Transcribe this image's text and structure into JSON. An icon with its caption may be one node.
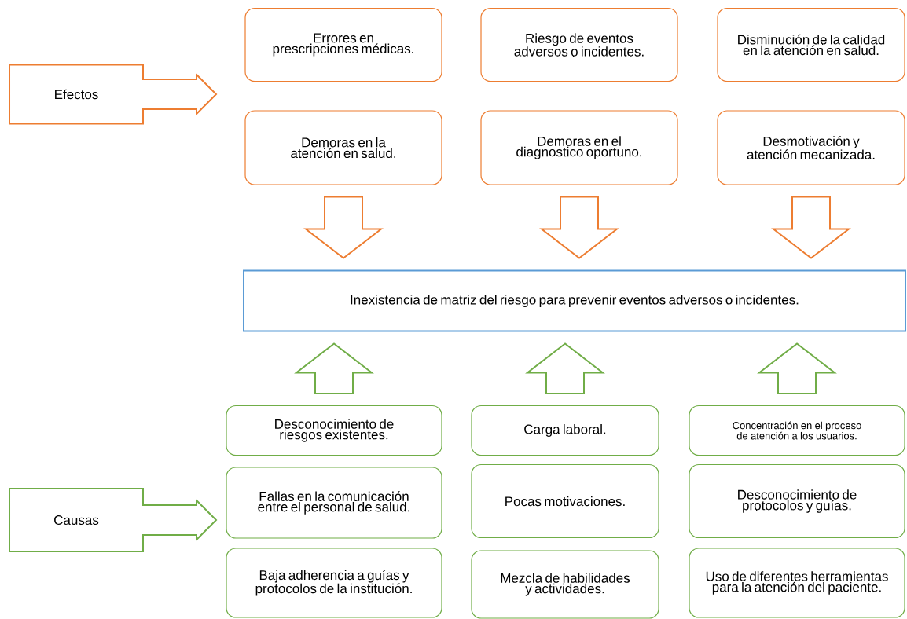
{
  "diagram": {
    "nodes": [
      {
        "text": [
          "Efectos"
        ]
      },
      {
        "text": [
          "Errores en prescripciones médicas."
        ]
      },
      {
        "text": [
          "Riesgo de eventos adversos o incidentes."
        ]
      },
      {
        "text": [
          "Disminución de la calidad en la atención en salud."
        ]
      },
      {
        "text": [
          "Demoras en la atención en salud."
        ]
      },
      {
        "text": [
          "Demoras en el diagnostico oportuno."
        ]
      },
      {
        "text": [
          "Desmotivación y atención mecanizada."
        ]
      },
      {
        "text": [
          "Inexistencia de matriz del riesgo para prevenir eventos adversos o incidentes."
        ]
      },
      {
        "text": [
          "Causas"
        ]
      },
      {
        "text": [
          "Desconocimiento de riesgos existentes."
        ]
      },
      {
        "text": [
          "Carga laboral."
        ]
      },
      {
        "text": [
          "Concentración en el proceso de atención a los usuarios."
        ]
      },
      {
        "text": [
          "Fallas en la comunicación entre el personal de salud."
        ]
      },
      {
        "text": [
          "Pocas motivaciones."
        ]
      },
      {
        "text": [
          "Desconocimiento de protocolos y guías."
        ]
      },
      {
        "text": [
          "Baja adherencia a guías y protocolos de la institución."
        ]
      },
      {
        "text": [
          "Mezcla de habilidades y actividades."
        ]
      },
      {
        "text": [
          "Uso de diferentes herramientas para la atención del paciente."
        ]
      }
    ],
    "edges": [
      {
        "from": 4,
        "to": 7,
        "arrow": "to",
        "color": "#ed7d31"
      },
      {
        "from": 5,
        "to": 7,
        "arrow": "to",
        "color": "#ed7d31"
      },
      {
        "from": 6,
        "to": 7,
        "arrow": "to",
        "color": "#ed7d31"
      },
      {
        "from": 9,
        "to": 7,
        "arrow": "to",
        "color": "#70ad47"
      },
      {
        "from": 10,
        "to": 7,
        "arrow": "to",
        "color": "#70ad47"
      },
      {
        "from": 11,
        "to": 7,
        "arrow": "to",
        "color": "#70ad47"
      }
    ]
  }
}
